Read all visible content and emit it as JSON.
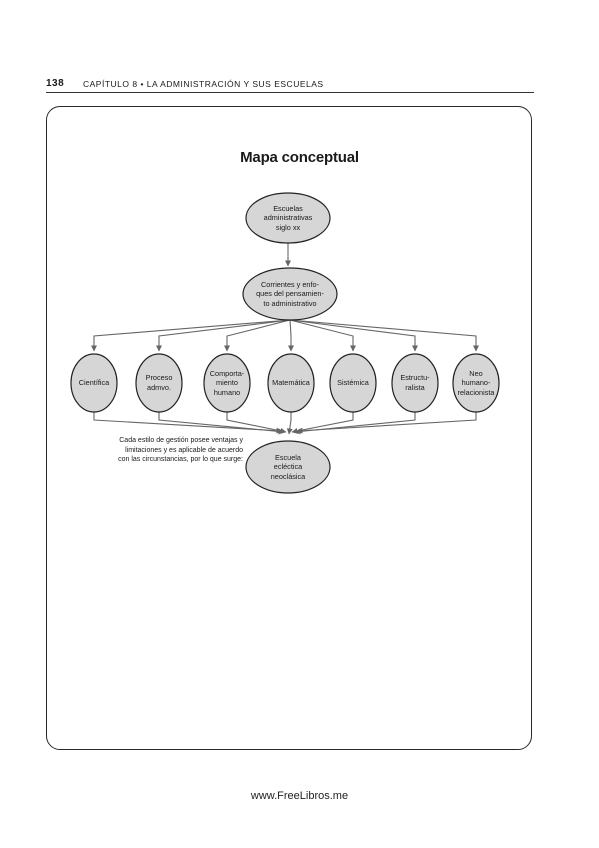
{
  "header": {
    "page_number": "138",
    "chapter_label": "CAPÍTULO 8  •  LA ADMINISTRACIÓN Y SUS ESCUELAS"
  },
  "diagram": {
    "title": "Mapa conceptual",
    "nodes": {
      "root": "Escuelas\nadministrativas\nsiglo xx",
      "currents": "Corrientes y enfo-\nques del pensamien-\nto administrativo",
      "schools": [
        "Científica",
        "Proceso\nadmvo.",
        "Comporta-\nmiento\nhumano",
        "Matemática",
        "Sistémica",
        "Estructu-\nralista",
        "Neo\nhumano-\nrelacionista"
      ],
      "result": "Escuela\necléctica\nneoclásica"
    },
    "note": "Cada estilo de gestión posee ventajas y\nlimitaciones y es aplicable de acuerdo\ncon las circunstancias, por lo que surge:"
  },
  "footer": {
    "site": "www.FreeLibros.me"
  },
  "colors": {
    "node_fill": "#d6d6d6",
    "node_stroke": "#222222",
    "arrow": "#666666"
  }
}
